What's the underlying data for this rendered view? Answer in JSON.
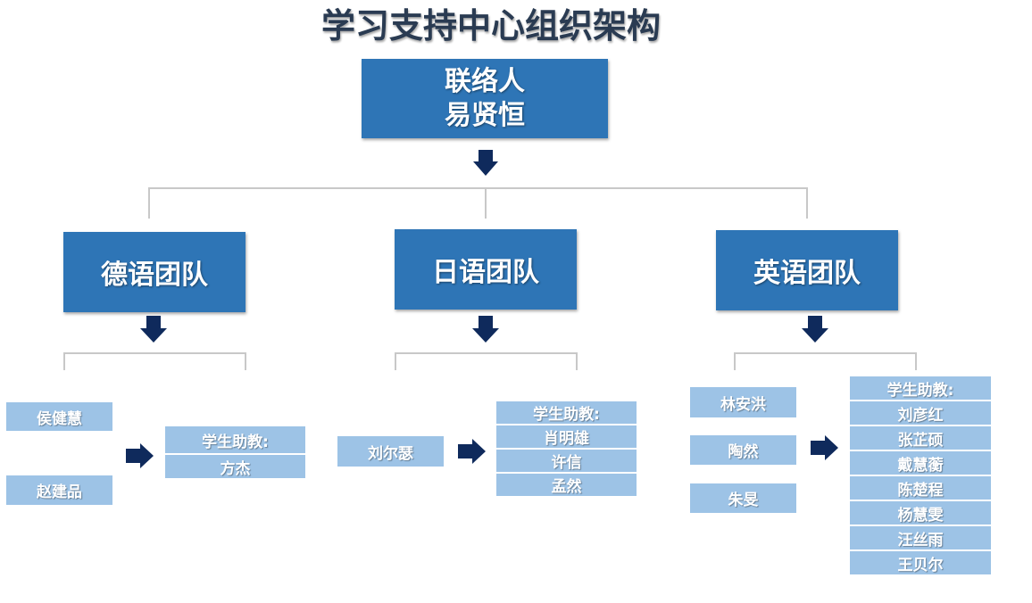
{
  "title": "学习支持中心组织架构",
  "contact": {
    "role": "联络人",
    "name": "易贤恒"
  },
  "teams": {
    "german": {
      "name": "德语团队",
      "members": [
        "侯健慧",
        "赵建品"
      ],
      "assistants_label": "学生助教:",
      "assistants": [
        "方杰"
      ]
    },
    "japanese": {
      "name": "日语团队",
      "members": [
        "刘尔瑟"
      ],
      "assistants_label": "学生助教:",
      "assistants": [
        "肖明雄",
        "许信",
        "孟然"
      ]
    },
    "english": {
      "name": "英语团队",
      "members": [
        "林安洪",
        "陶然",
        "朱旻"
      ],
      "assistants_label": "学生助教:",
      "assistants": [
        "刘彦红",
        "张芷硕",
        "戴慧蘅",
        "陈楚程",
        "杨慧雯",
        "汪丝雨",
        "王贝尔"
      ]
    }
  },
  "colors": {
    "dark_box": "#2e75b6",
    "light_box": "#9dc3e6",
    "arrow": "#0f2a5c",
    "connector": "#c8c8c8",
    "title": "#2a3b52"
  }
}
